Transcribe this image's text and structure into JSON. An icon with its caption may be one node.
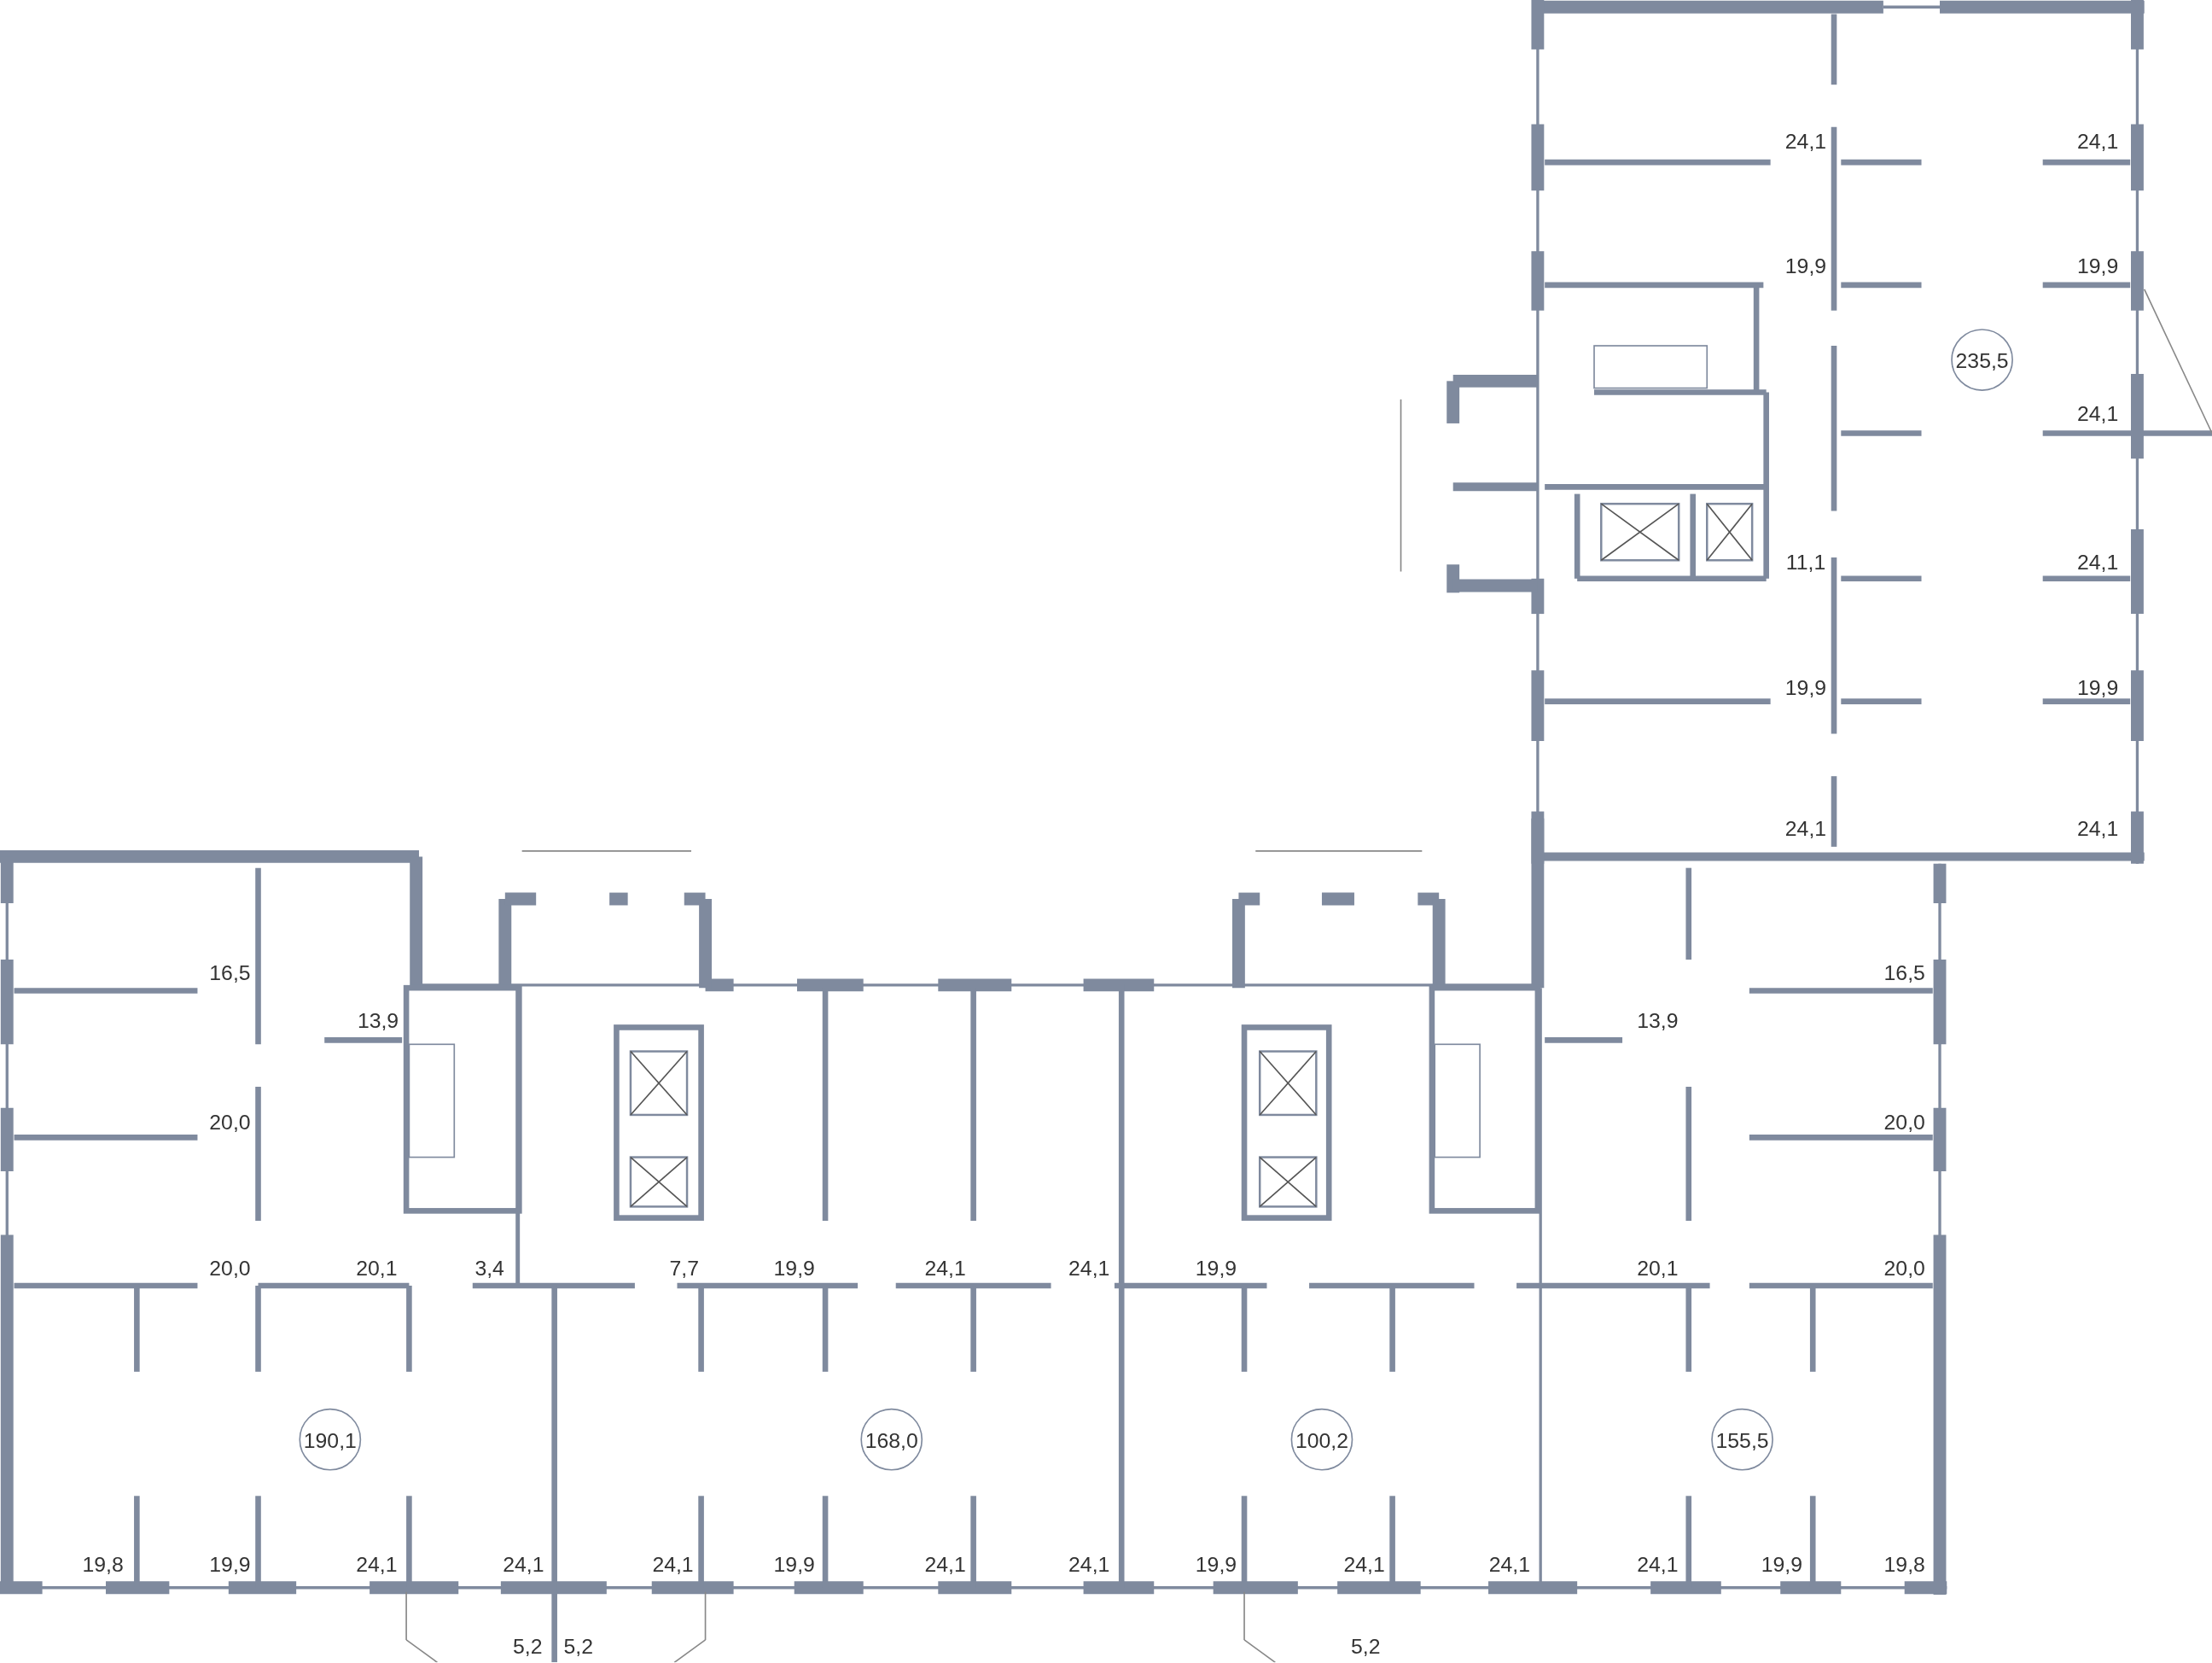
{
  "diagram": {
    "nodes": [
      {
        "text": [
          "235,5"
        ]
      },
      {
        "text": [
          "190,1"
        ]
      },
      {
        "text": [
          "168,0"
        ]
      },
      {
        "text": [
          "100,2"
        ]
      },
      {
        "text": [
          "155,5"
        ]
      }
    ],
    "labels": [
      "24,1",
      "24,1",
      "19,9",
      "19,9",
      "24,1",
      "11,1",
      "24,1",
      "19,9",
      "19,9",
      "24,1",
      "24,1",
      "16,5",
      "16,5",
      "13,9",
      "13,9",
      "20,0",
      "20,0",
      "20,0",
      "20,1",
      "3,4",
      "7,7",
      "19,9",
      "24,1",
      "24,1",
      "19,9",
      "20,1",
      "20,0",
      "19,8",
      "19,9",
      "24,1",
      "24,1",
      "24,1",
      "19,9",
      "24,1",
      "24,1",
      "19,9",
      "24,1",
      "24,1",
      "24,1",
      "19,9",
      "19,8",
      "5,2",
      "5,2",
      "5,2"
    ]
  }
}
